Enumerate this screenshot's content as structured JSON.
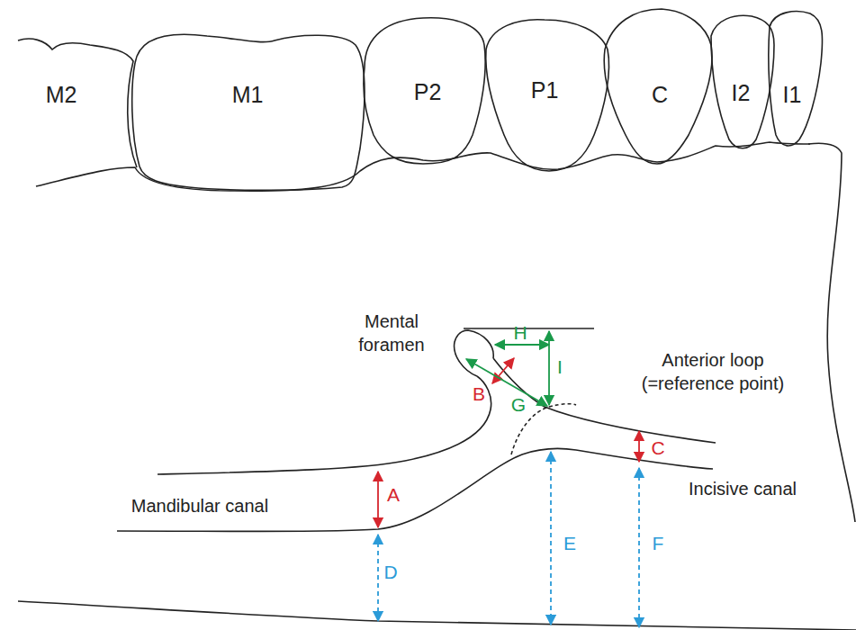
{
  "diagram": {
    "nodes": [
      {
        "text": [
          "M2"
        ]
      },
      {
        "text": [
          "M1"
        ]
      },
      {
        "text": [
          "P2"
        ]
      },
      {
        "text": [
          "P1"
        ]
      },
      {
        "text": [
          "C"
        ]
      },
      {
        "text": [
          "I2"
        ]
      },
      {
        "text": [
          "I1"
        ]
      }
    ],
    "labels": [
      "Mental foramen",
      "Anterior loop (=reference point)",
      "Mandibular canal",
      "Incisive canal",
      "A",
      "B",
      "C",
      "D",
      "E",
      "F",
      "G",
      "H",
      "I"
    ]
  }
}
